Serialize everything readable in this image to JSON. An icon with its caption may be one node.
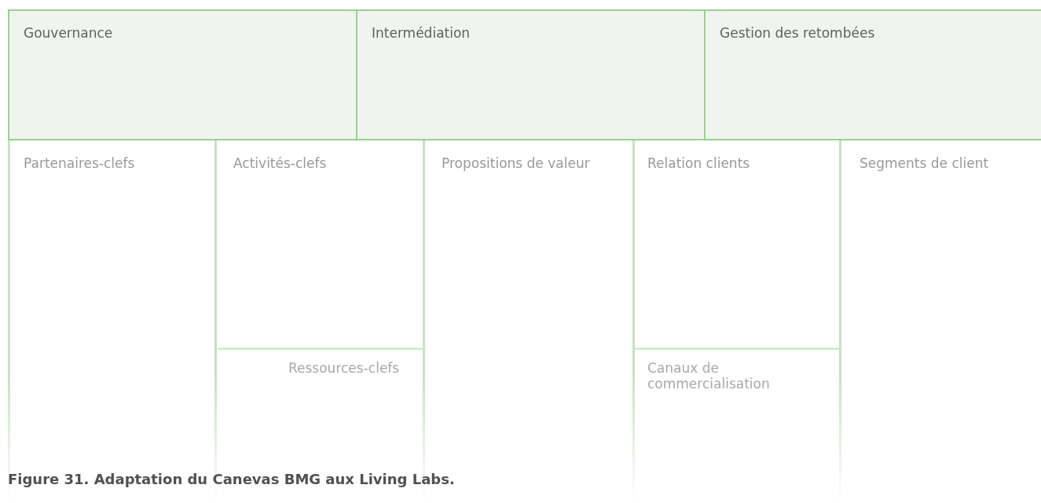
{
  "diagram": {
    "caption": "Figure 31. Adaptation du Canevas BMG aux Living Labs.",
    "nodes": [
      {
        "text": [
          "Gouvernance"
        ]
      },
      {
        "text": [
          "Intermédiation"
        ]
      },
      {
        "text": [
          "Gestion des retombées"
        ]
      },
      {
        "text": [
          "Partenaires-clefs"
        ]
      },
      {
        "text": [
          "Activités-clefs"
        ]
      },
      {
        "text": [
          "Ressources-clefs"
        ]
      },
      {
        "text": [
          "Propositions de valeur"
        ]
      },
      {
        "text": [
          "Relation clients"
        ]
      },
      {
        "text": [
          "Canaux de commercialisation"
        ]
      },
      {
        "text": [
          "Segments de client"
        ]
      }
    ]
  }
}
